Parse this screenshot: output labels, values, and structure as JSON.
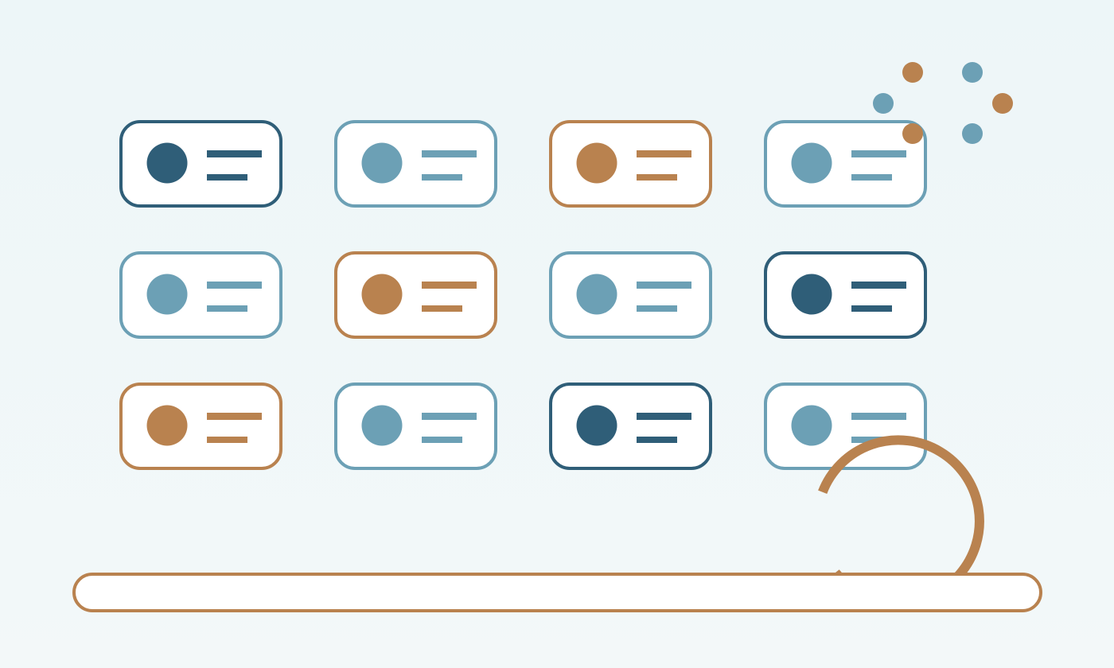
{
  "palette": {
    "background": "#edf6f8",
    "dark": "#2f5e78",
    "light": "#6ca0b5",
    "accent": "#b9824f",
    "surface": "#ffffff"
  },
  "cards": [
    [
      "dark",
      "light",
      "accent",
      "light"
    ],
    [
      "light",
      "accent",
      "light",
      "dark"
    ],
    [
      "accent",
      "light",
      "dark",
      "light"
    ]
  ],
  "dots": [
    "accent",
    "light",
    "light",
    "accent",
    "accent",
    "light"
  ]
}
